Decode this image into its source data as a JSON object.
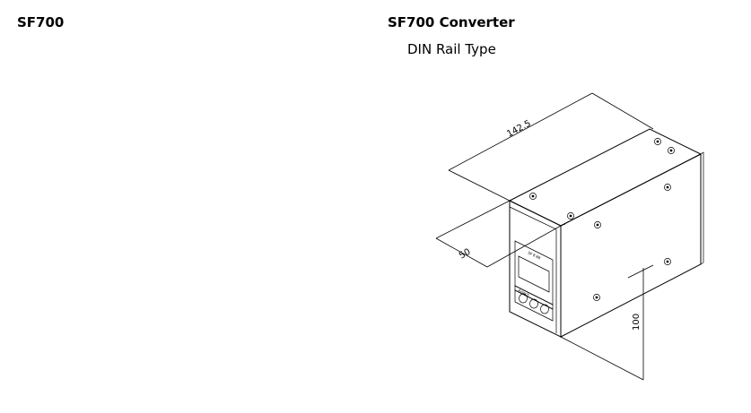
{
  "header": {
    "model": "SF700",
    "title": "SF700 Converter",
    "subtitle": "DIN Rail Type"
  },
  "dimensions": {
    "depth": "142.5",
    "width": "50",
    "height": "100"
  },
  "device": {
    "display_text": "SF 8 88",
    "brand": "Astech"
  }
}
